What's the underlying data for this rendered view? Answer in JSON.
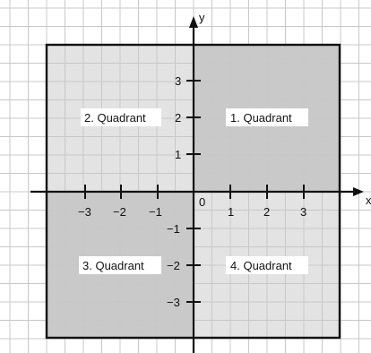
{
  "axes": {
    "x_label": "x",
    "y_label": "y",
    "origin_label": "0",
    "x_ticks": [
      "−3",
      "−2",
      "−1",
      "1",
      "2",
      "3"
    ],
    "y_ticks_positive": [
      "1",
      "2",
      "3"
    ],
    "y_ticks_negative": [
      "−1",
      "−2",
      "−3"
    ]
  },
  "quadrants": {
    "q1": "1. Quadrant",
    "q2": "2. Quadrant",
    "q3": "3. Quadrant",
    "q4": "4. Quadrant"
  },
  "colors": {
    "q1": "#c9c9c9",
    "q2": "#e3e3e3",
    "q3": "#c9c9c9",
    "q4": "#e3e3e3",
    "grid": "#c8c8c8",
    "axis": "#111111"
  }
}
